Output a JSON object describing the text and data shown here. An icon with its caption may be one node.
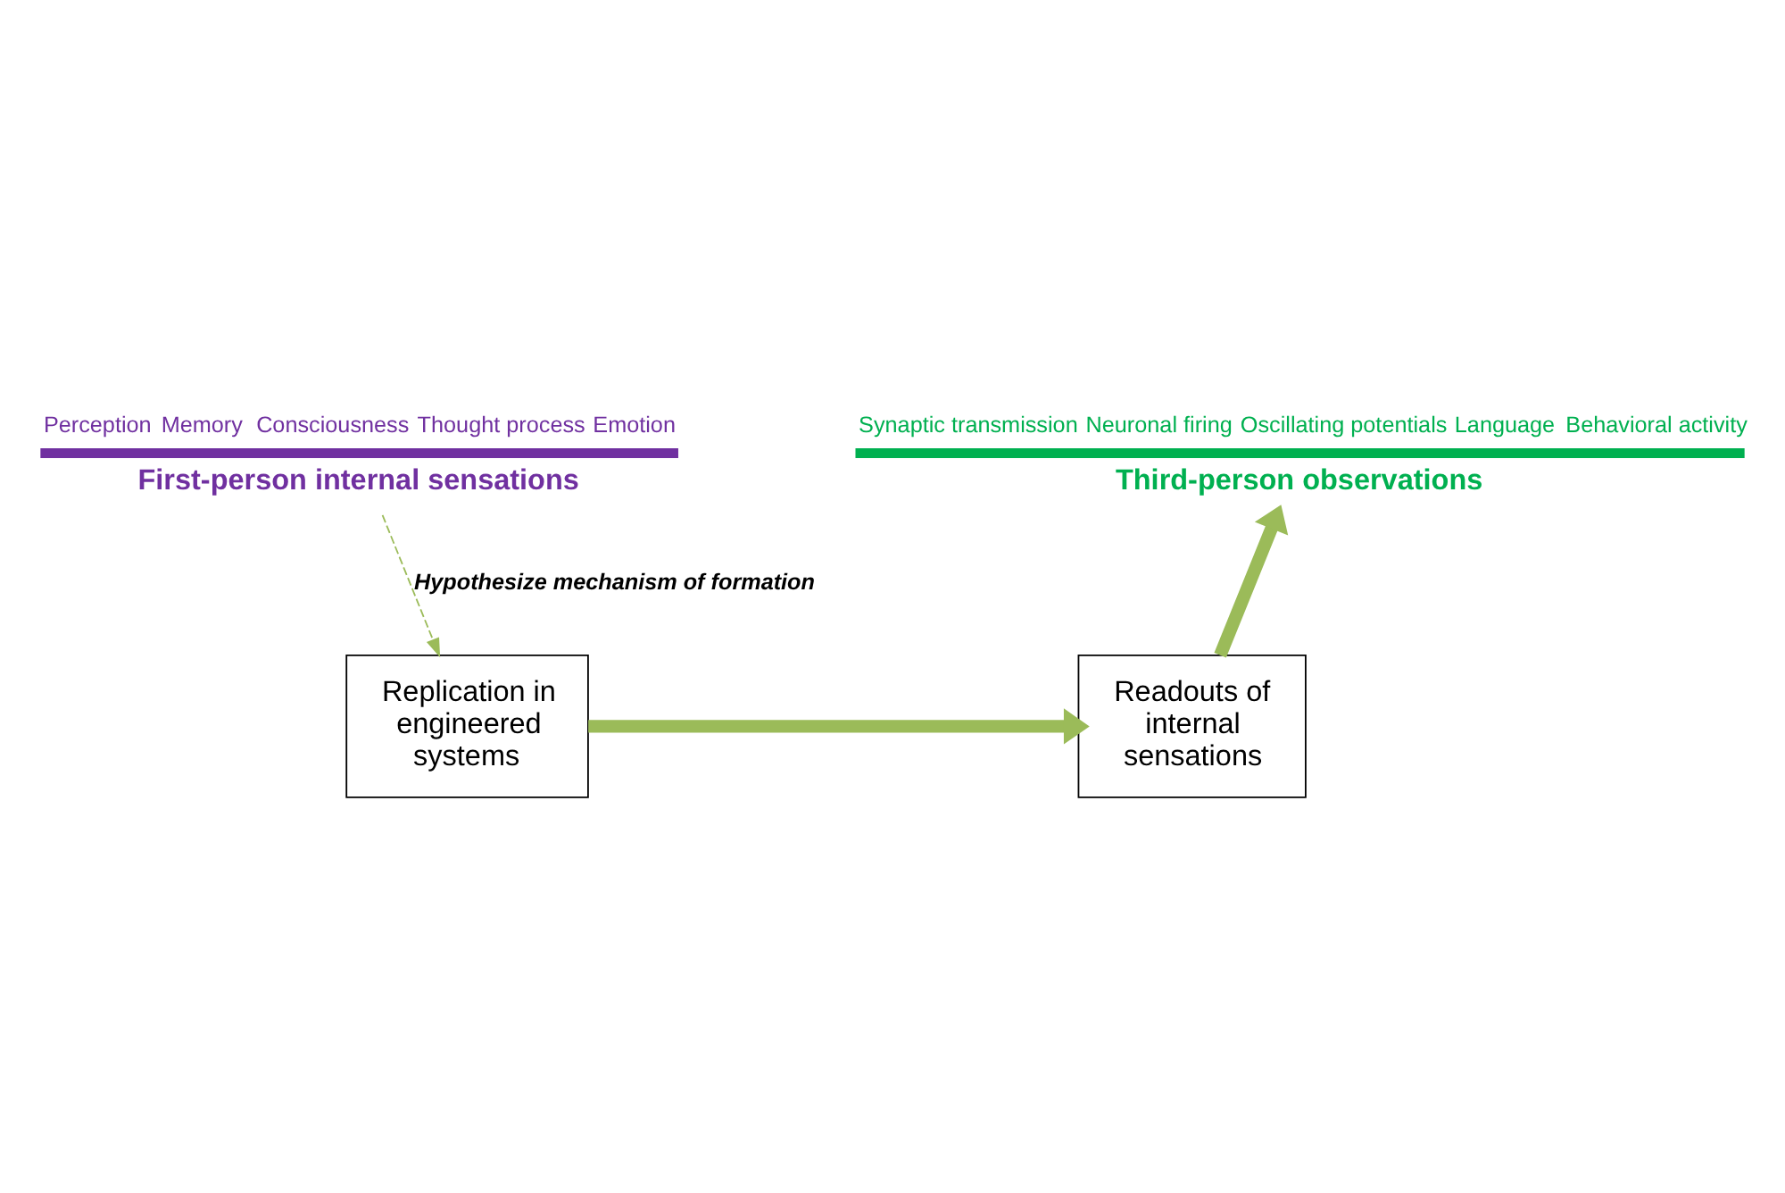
{
  "diagram": {
    "nodes": [
      {
        "text": [
          "First-person internal sensations"
        ],
        "beside": [
          "Perception",
          "Memory",
          "Consciousness",
          "Thought process",
          "Emotion"
        ]
      },
      {
        "text": [
          "Third-person observations"
        ],
        "beside": [
          "Synaptic transmission",
          "Neuronal firing",
          "Oscillating potentials",
          "Language",
          "Behavioral activity"
        ]
      },
      {
        "text": [
          "Replication in engineered systems"
        ]
      },
      {
        "text": [
          "Readouts of internal sensations"
        ]
      }
    ],
    "edges": [
      {
        "from": 0,
        "to": 2,
        "arrow": "to",
        "style": "dashed",
        "label": "Hypothesize mechanism of formation"
      },
      {
        "from": 2,
        "to": 3,
        "arrow": "to"
      },
      {
        "from": 3,
        "to": 1,
        "arrow": "to"
      }
    ]
  }
}
